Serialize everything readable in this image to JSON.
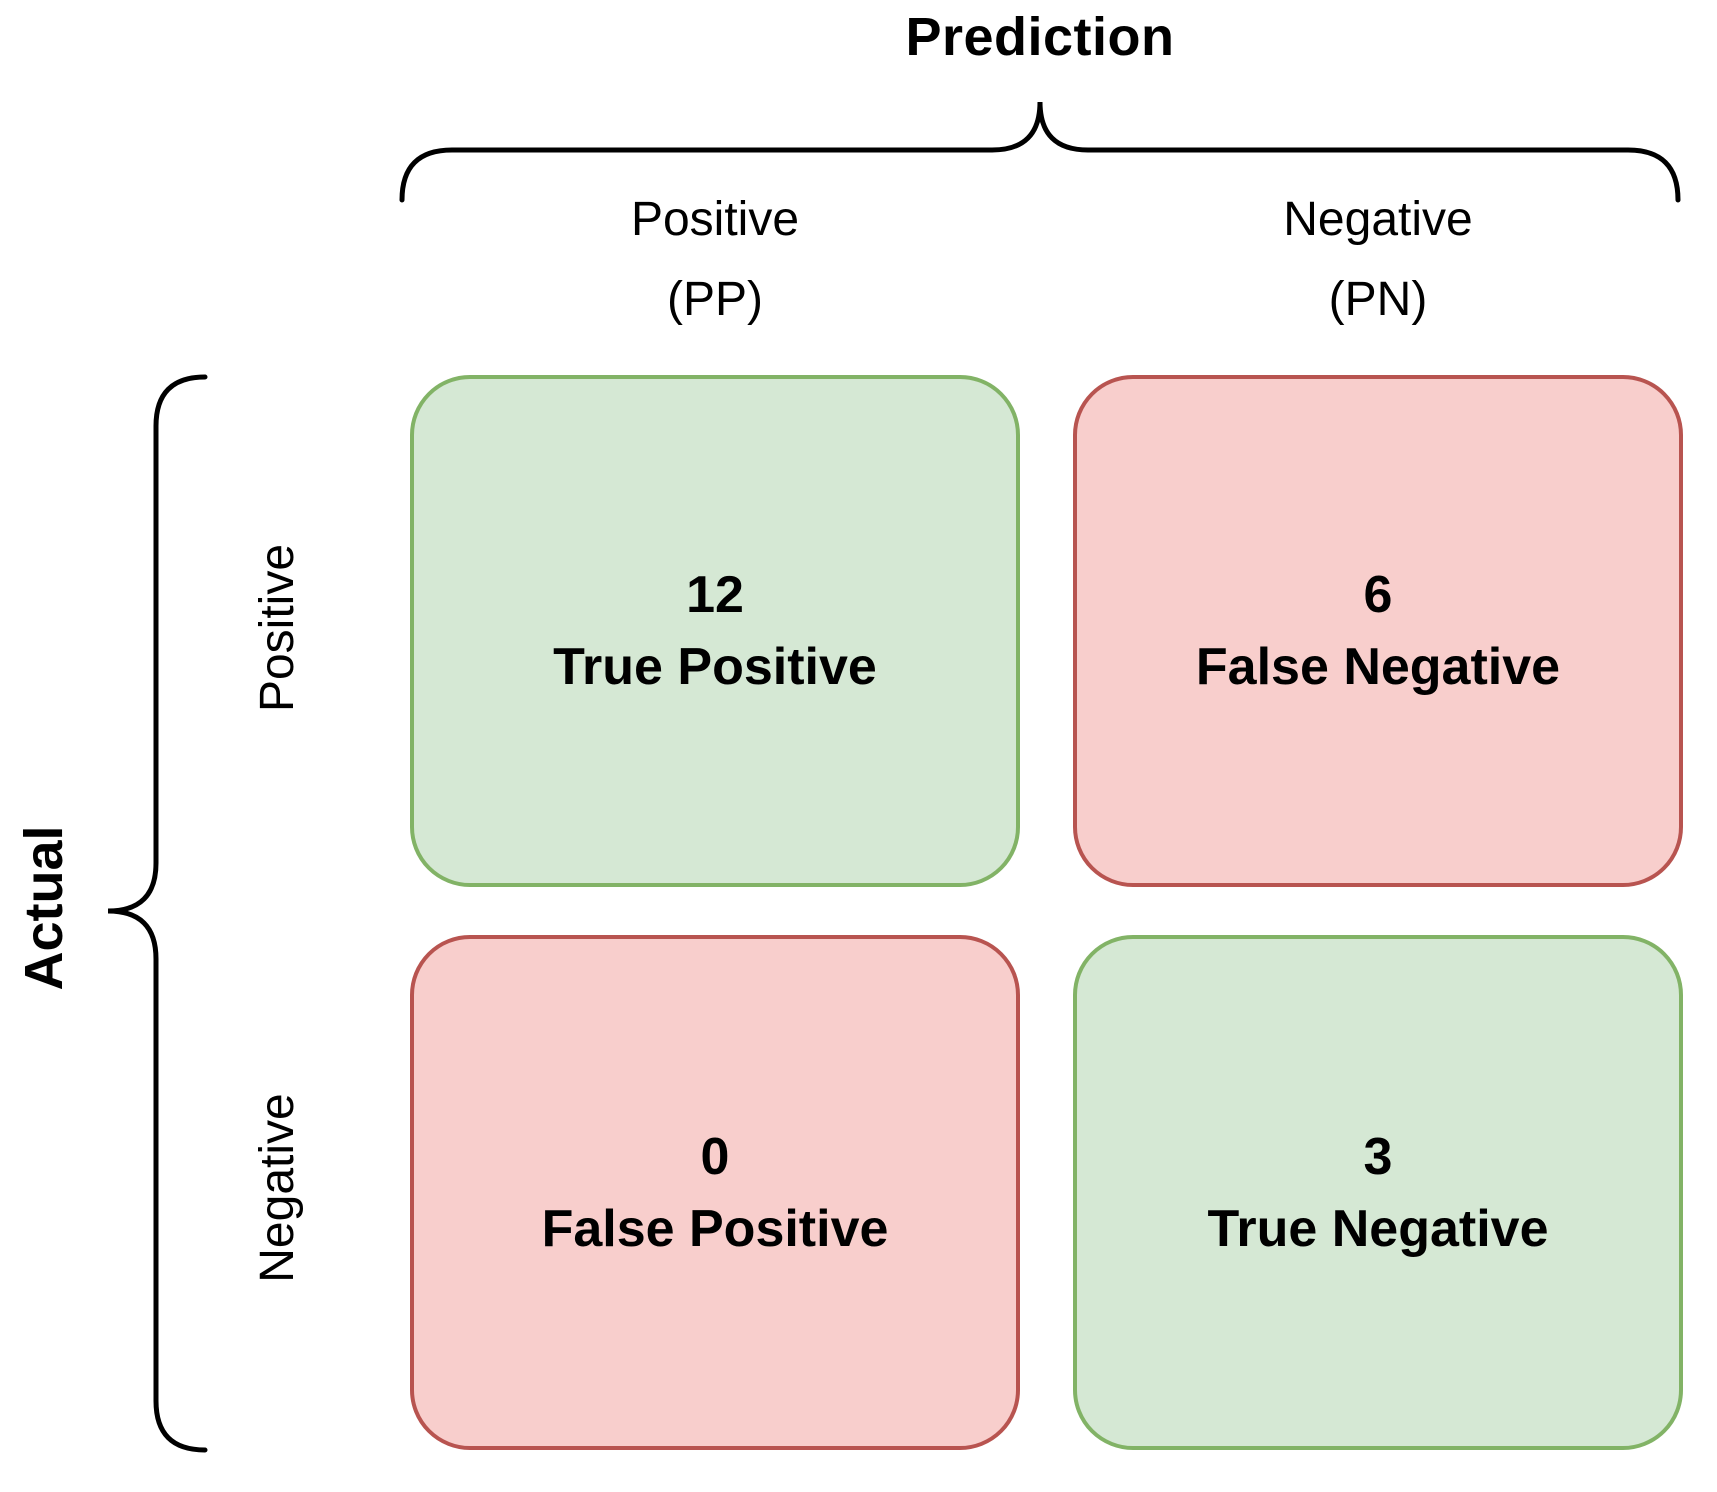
{
  "figure": {
    "type": "confusion-matrix",
    "prediction_axis": {
      "title": "Prediction",
      "columns": [
        {
          "label": "Positive",
          "abbr": "(PP)"
        },
        {
          "label": "Negative",
          "abbr": "(PN)"
        }
      ]
    },
    "actual_axis": {
      "title": "Actual",
      "rows": [
        {
          "label": "Positive"
        },
        {
          "label": "Negative"
        }
      ]
    },
    "cells": [
      {
        "value": "12",
        "label": "True Positive",
        "kind": "good"
      },
      {
        "value": "6",
        "label": "False Negative",
        "kind": "bad"
      },
      {
        "value": "0",
        "label": "False Positive",
        "kind": "bad"
      },
      {
        "value": "3",
        "label": "True Negative",
        "kind": "good"
      }
    ]
  },
  "chart_data": {
    "type": "table",
    "title": "Prediction",
    "row_axis_label": "Actual",
    "rows": [
      "Positive",
      "Negative"
    ],
    "columns": [
      "Positive (PP)",
      "Negative (PN)"
    ],
    "values": [
      [
        12,
        6
      ],
      [
        0,
        3
      ]
    ],
    "cell_labels": [
      [
        "True Positive",
        "False Negative"
      ],
      [
        "False Positive",
        "True Negative"
      ]
    ]
  },
  "colors": {
    "good_fill": "#d5e8d4",
    "good_border": "#82b366",
    "bad_fill": "#f8cecc",
    "bad_border": "#b85450",
    "brace_stroke": "#000000",
    "text": "#000000",
    "background": "#ffffff"
  }
}
